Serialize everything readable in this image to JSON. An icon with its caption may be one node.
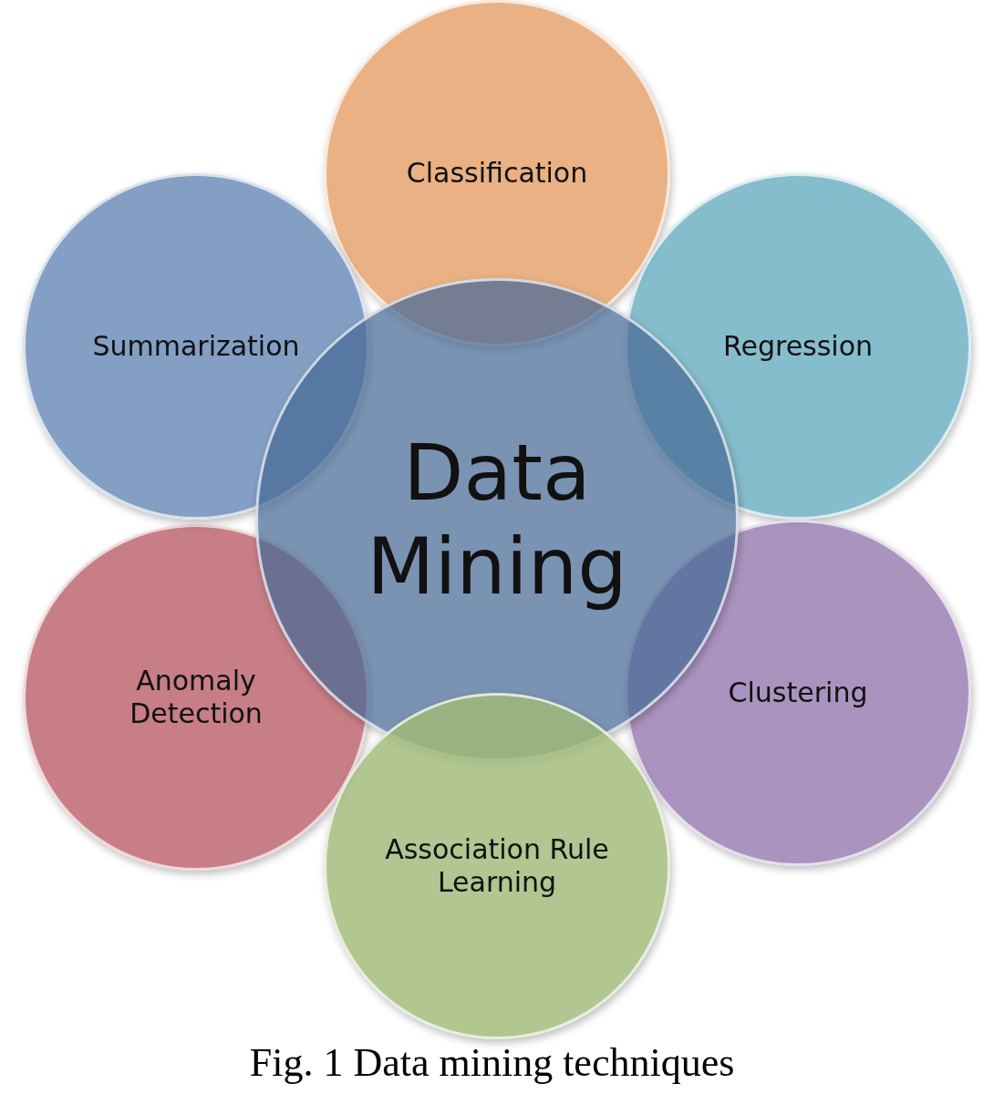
{
  "diagram": {
    "caption": "Fig. 1 Data mining techniques",
    "nodes": [
      {
        "text": [
          "Data Mining"
        ]
      },
      {
        "text": [
          "Classification"
        ]
      },
      {
        "text": [
          "Regression"
        ]
      },
      {
        "text": [
          "Clustering"
        ]
      },
      {
        "text": [
          "Association Rule Learning"
        ]
      },
      {
        "text": [
          "Anomaly Detection"
        ]
      },
      {
        "text": [
          "Summarization"
        ]
      }
    ],
    "edges": []
  }
}
